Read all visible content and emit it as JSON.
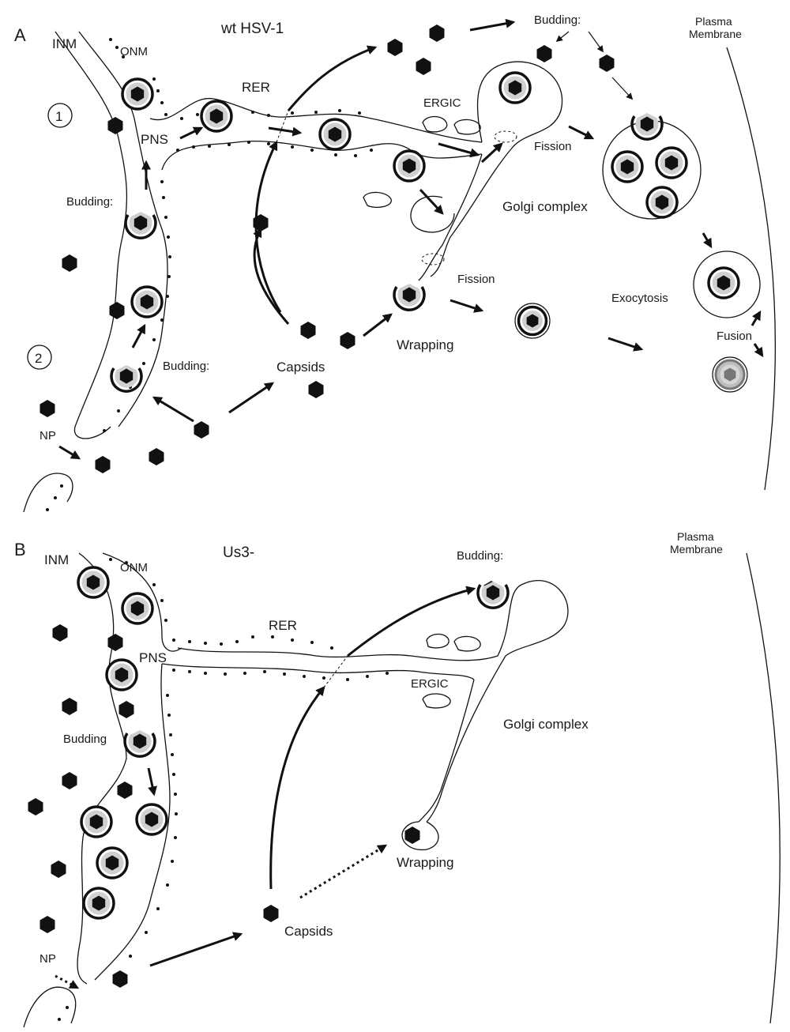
{
  "panels": {
    "a": {
      "letter": "A",
      "title": "wt HSV-1",
      "labels": {
        "inm": "INM",
        "onm": "ONM",
        "rer": "RER",
        "ergic": "ERGIC",
        "pns": "PNS",
        "np": "NP",
        "budding_nuclear": "Budding:",
        "budding_second": "Budding:",
        "budding_plasma": "Budding:",
        "capsids": "Capsids",
        "wrapping": "Wrapping",
        "fission_1": "Fission",
        "fission_2": "Fission",
        "golgi": "Golgi complex",
        "exocytosis": "Exocytosis",
        "fusion": "Fusion",
        "plasma_line1": "Plasma",
        "plasma_line2": "Membrane",
        "route_1": "1",
        "route_2": "2"
      }
    },
    "b": {
      "letter": "B",
      "title": "Us3-",
      "labels": {
        "inm": "INM",
        "onm": "ONM",
        "rer": "RER",
        "ergic": "ERGIC",
        "pns": "PNS",
        "np": "NP",
        "budding_nuclear": "Budding",
        "budding_plasma": "Budding:",
        "capsids": "Capsids",
        "wrapping": "Wrapping",
        "golgi": "Golgi complex",
        "plasma_line1": "Plasma",
        "plasma_line2": "Membrane"
      }
    }
  },
  "colors": {
    "capsid": "#111111",
    "tegument": "#d0d0d0",
    "envelope": "#111111",
    "faded_capsid": "#777777",
    "faded_tegument": "#bdbdbd"
  }
}
